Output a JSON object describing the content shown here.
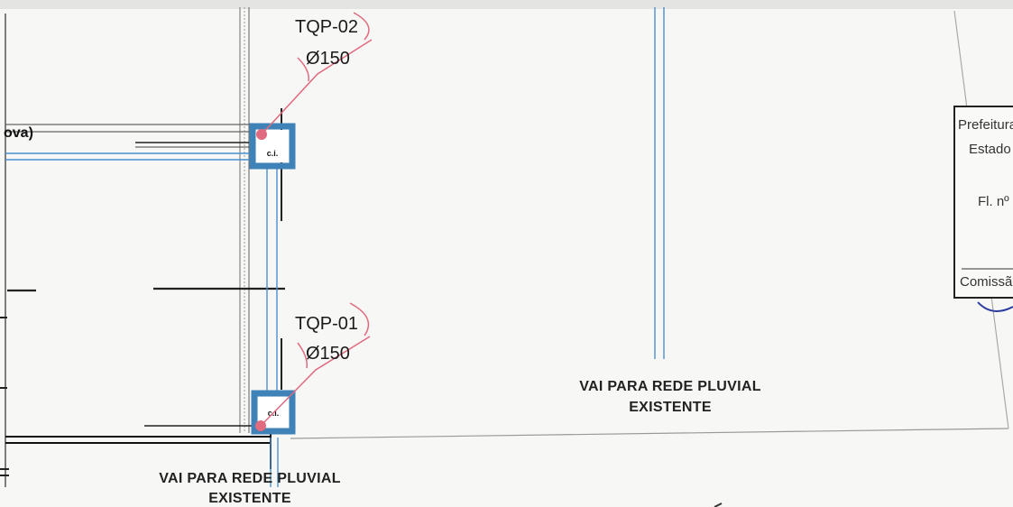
{
  "fragment_label": "ova)",
  "inspection_boxes": [
    {
      "code": "TQP-02",
      "diameter": "Ø150",
      "box_label": "c.i."
    },
    {
      "code": "TQP-01",
      "diameter": "Ø150",
      "box_label": "c.i."
    }
  ],
  "notes": {
    "right": {
      "line1": "VAI PARA REDE PLUVIAL",
      "line2": "EXISTENTE"
    },
    "bottom": {
      "line1": "VAI PARA REDE PLUVIAL",
      "line2": "EXISTENTE"
    }
  },
  "stamp": {
    "line1": "Prefeitura",
    "line2": "Estado",
    "line3": "Fl. nº",
    "line4": "Comissão"
  },
  "colors": {
    "pipe": "#4a8fd0",
    "box": "#3f82b8",
    "leader": "#e06a7e",
    "ink": "#1a1a1a"
  }
}
